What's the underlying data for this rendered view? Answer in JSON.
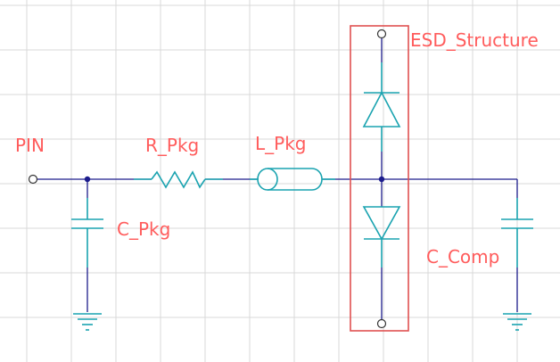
{
  "labels": {
    "pin": "PIN",
    "r_pkg": "R_Pkg",
    "l_pkg": "L_Pkg",
    "c_pkg": "C_Pkg",
    "esd": "ESD_Structure",
    "c_comp": "C_Comp"
  },
  "colors": {
    "wire": "#1c1c8c",
    "component": "#1aa3b0",
    "label": "#ff5c5c",
    "highlight_box": "#e05050",
    "grid": "#d9d9d9"
  }
}
